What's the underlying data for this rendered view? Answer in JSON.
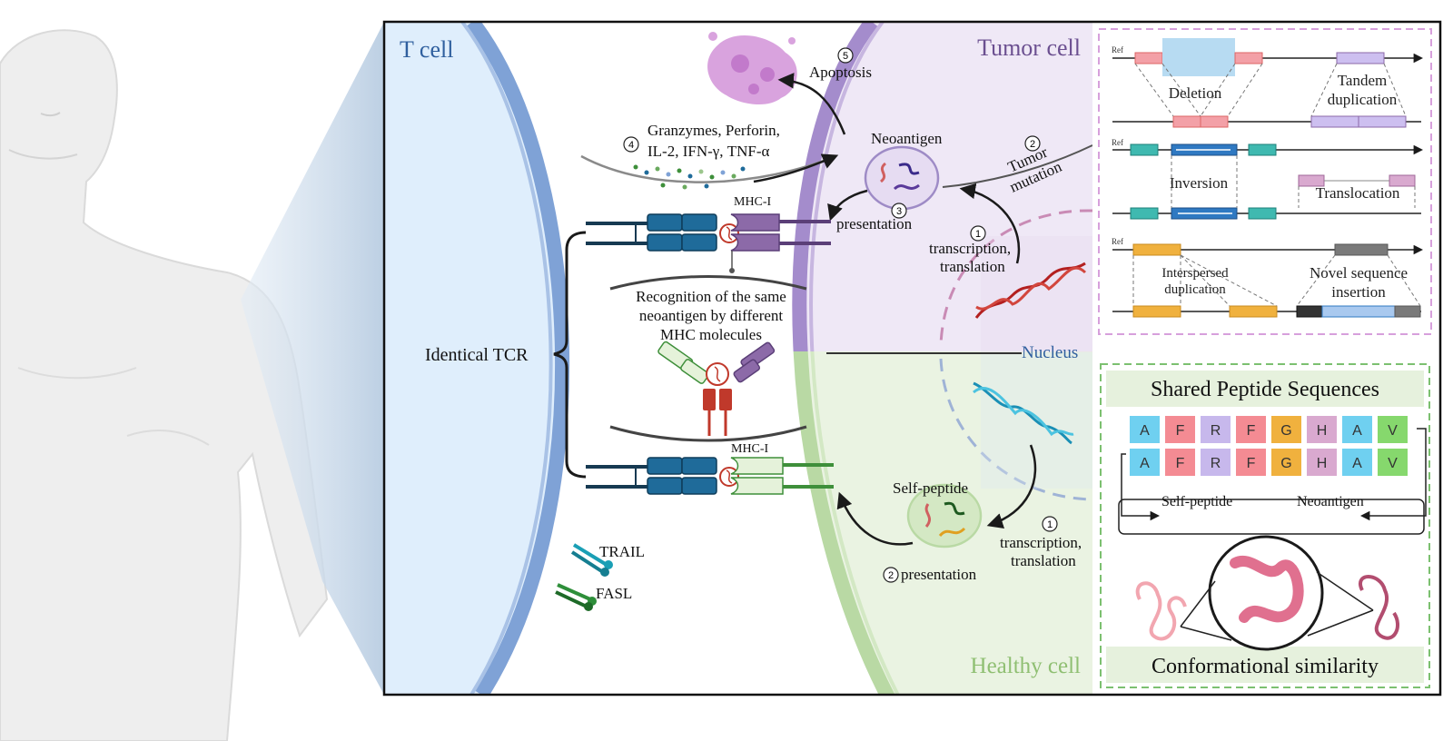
{
  "colors": {
    "tcell_fill": "#dfeefc",
    "tcell_membrane": "#7fa2d6",
    "tumor_fill": "#efe8f6",
    "tumor_membrane": "#a48ccc",
    "healthy_fill": "#eaf3e2",
    "healthy_membrane": "#b9d9a4",
    "tcr_blue": "#1f6b9a",
    "mhc_purple": "#8c6aa8",
    "mhc_green_fill": "#e5f2da",
    "mhc_green_edge": "#3e8f3a",
    "sv_box_border": "#d7a0dc",
    "peptide_box_border": "#7cc070",
    "frame": "#111111"
  },
  "icons": [
    "human-silhouette-icon",
    "apoptotic-cell-icon",
    "dna-helix-icon",
    "peptide-squiggle-icon",
    "trail-receptor-icon",
    "fasl-receptor-icon",
    "protein-coil-icon"
  ],
  "tcell": {
    "title": "T cell"
  },
  "tumor": {
    "title": "Tumor cell"
  },
  "healthy": {
    "title": "Healthy cell"
  },
  "nucleus": {
    "label": "Nucleus"
  },
  "labels": {
    "apoptosis": "Apoptosis",
    "effectors_line1": "Granzymes, Perforin,",
    "effectors_line2": "IL-2, IFN-γ, TNF-α",
    "neoantigen": "Neoantigen",
    "tumor_mutation_line1": "Tumor",
    "tumor_mutation_line2": "mutation",
    "mhc_top": "MHC-I",
    "mhc_bottom": "MHC-I",
    "presentation_top": "presentation",
    "transcription_top_line1": "transcription,",
    "transcription_top_line2": "translation",
    "recognition_line1": "Recognition of the same",
    "recognition_line2": "neoantigen by different",
    "recognition_line3": "MHC molecules",
    "identical_tcr": "Identical TCR",
    "self_peptide": "Self-peptide",
    "presentation_bottom": "presentation",
    "transcription_bottom_line1": "transcription,",
    "transcription_bottom_line2": "translation",
    "trail": "TRAIL",
    "fasl": "FASL"
  },
  "steps": {
    "s1a": "1",
    "s2a": "2",
    "s3": "3",
    "s4": "4",
    "s5": "5",
    "s1b": "1",
    "s2b": "2"
  },
  "sv": {
    "ref": "Ref",
    "deletion": "Deletion",
    "tandem_line1": "Tandem",
    "tandem_line2": "duplication",
    "inversion": "Inversion",
    "translocation": "Translocation",
    "interspersed_line1": "Interspersed",
    "interspersed_line2": "duplication",
    "novel_line1": "Novel sequence",
    "novel_line2": "insertion"
  },
  "peptides": {
    "title": "Shared Peptide Sequences",
    "row1": [
      "A",
      "F",
      "R",
      "F",
      "G",
      "H",
      "A",
      "V"
    ],
    "row2": [
      "A",
      "F",
      "R",
      "F",
      "G",
      "H",
      "A",
      "V"
    ],
    "letter_colors": [
      "#6fd0f0",
      "#f48b93",
      "#c7b8ec",
      "#f48b93",
      "#f0b13e",
      "#d9a9cf",
      "#6fd0f0",
      "#86d86d"
    ],
    "self_label": "Self-peptide",
    "neo_label": "Neoantigen",
    "conformational": "Conformational similarity"
  }
}
